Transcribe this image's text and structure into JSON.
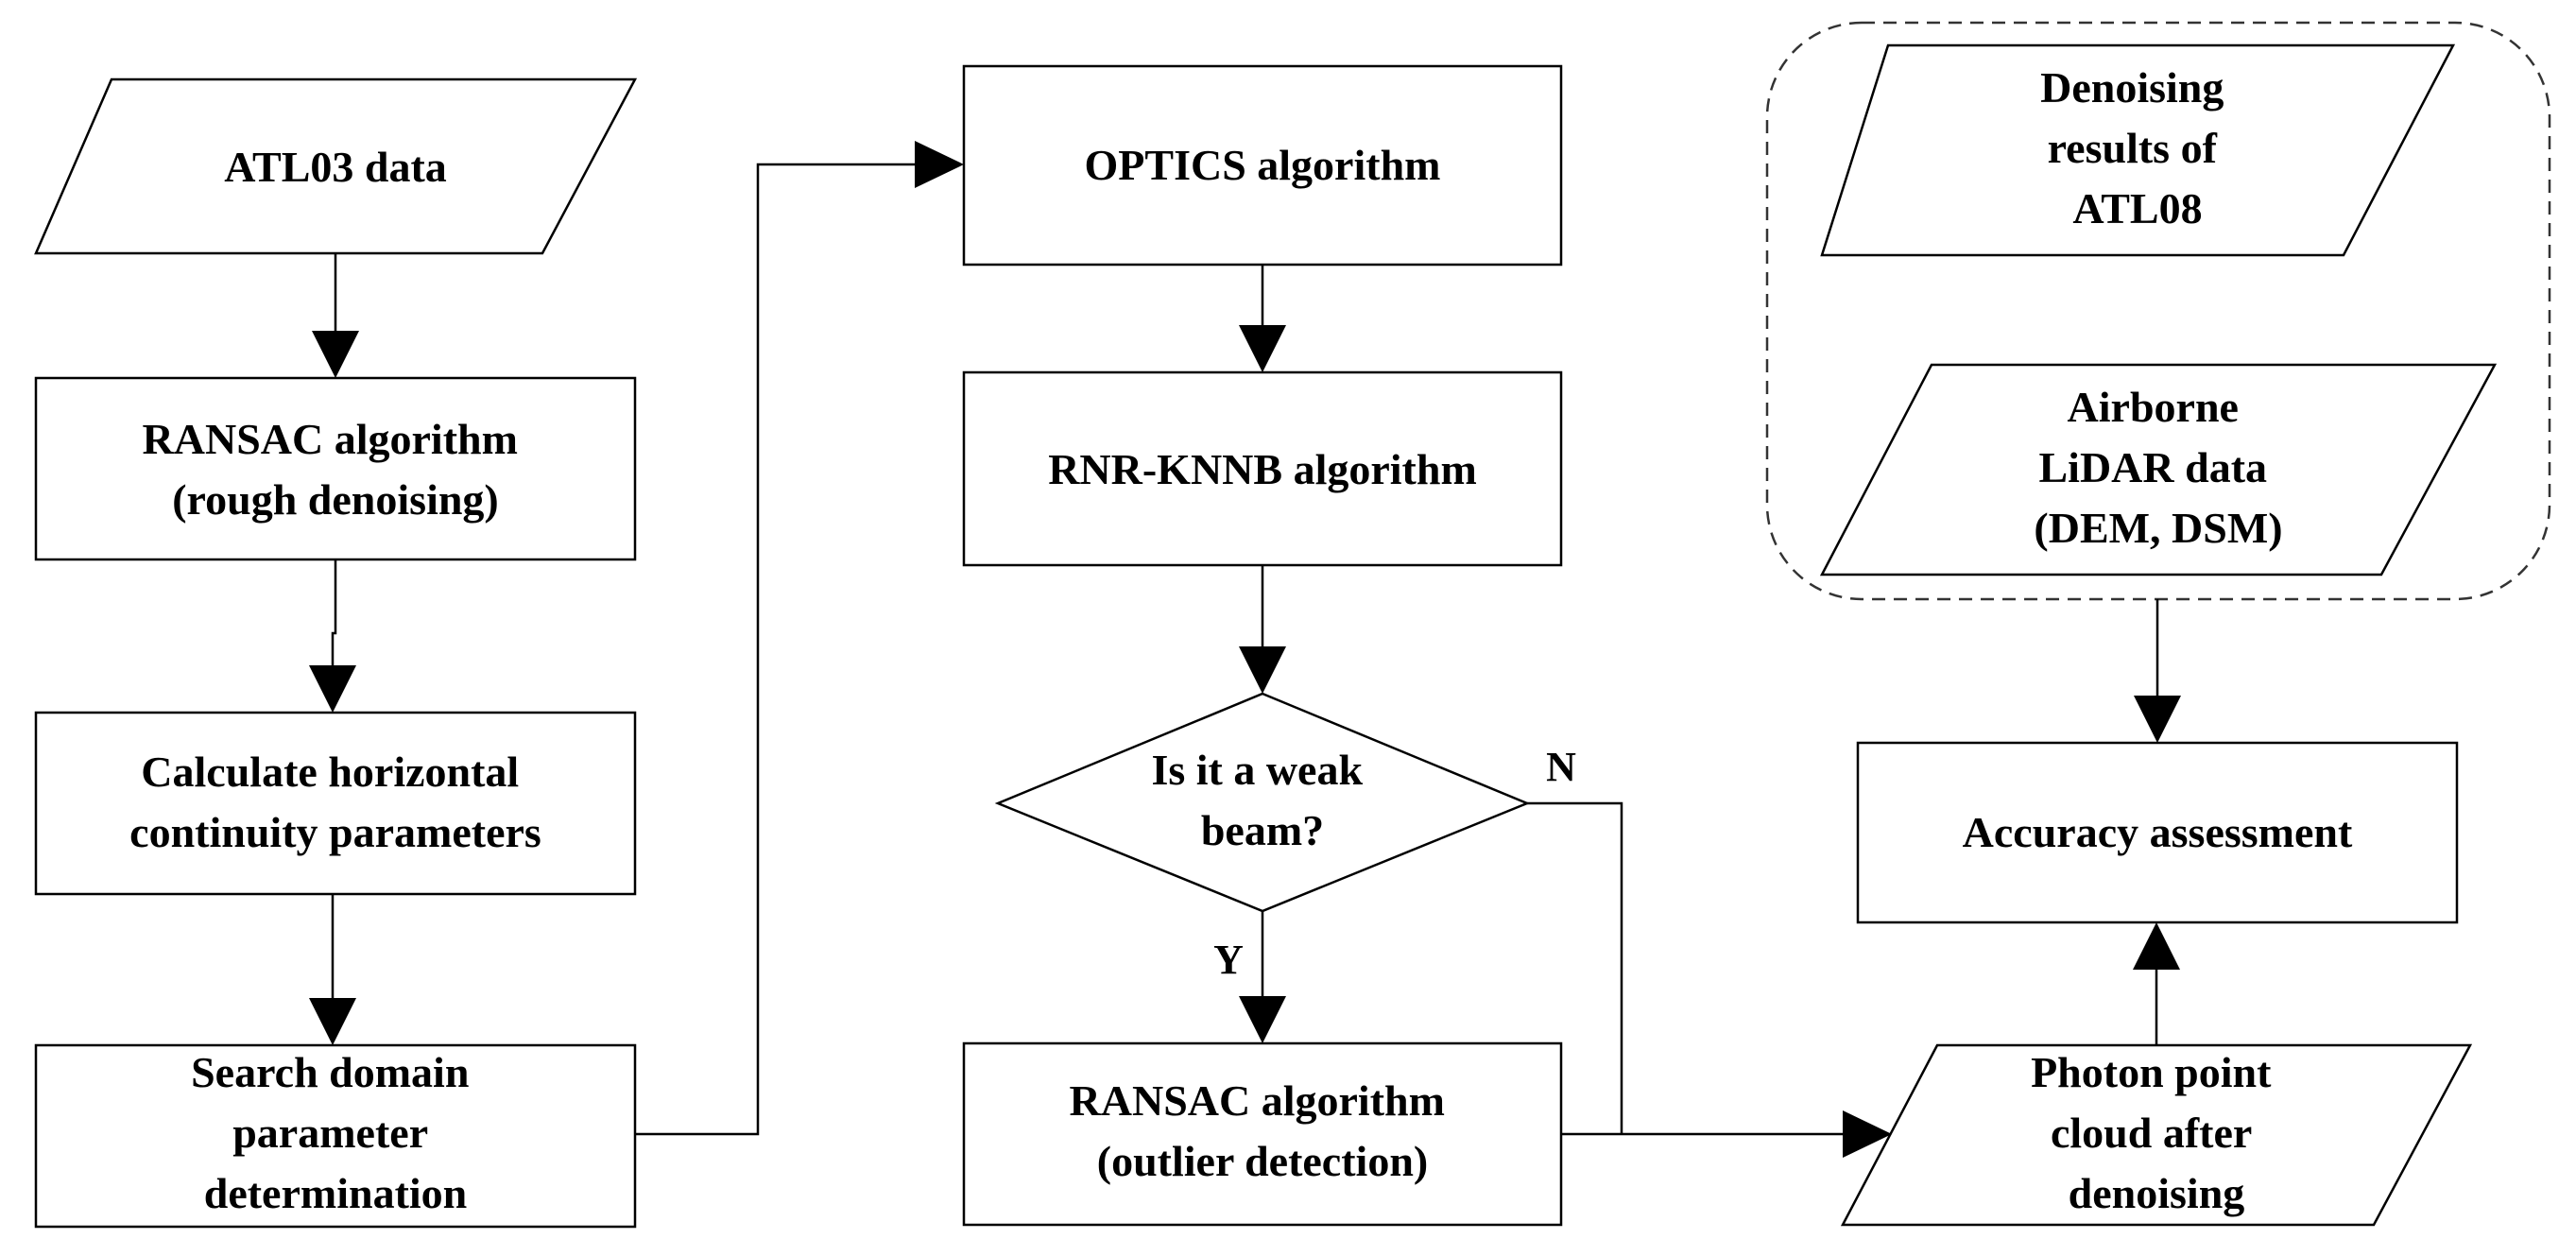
{
  "nodes": {
    "atl03": {
      "lines": [
        "ATL03 data"
      ]
    },
    "ransac_rough": {
      "lines": [
        "RANSAC algorithm",
        "(rough denoising)"
      ]
    },
    "calc_params": {
      "lines": [
        "Calculate horizontal",
        "continuity parameters"
      ]
    },
    "search_domain": {
      "lines": [
        "Search domain",
        "parameter",
        "determination"
      ]
    },
    "optics": {
      "lines": [
        "OPTICS algorithm"
      ]
    },
    "rnr_knnb": {
      "lines": [
        "RNR-KNNB algorithm"
      ]
    },
    "weak_beam": {
      "lines": [
        "Is it a weak",
        "beam?"
      ]
    },
    "ransac_outlier": {
      "lines": [
        "RANSAC algorithm",
        "(outlier detection)"
      ]
    },
    "atl08": {
      "lines": [
        "Denoising",
        "results of",
        "ATL08"
      ]
    },
    "airborne": {
      "lines": [
        "Airborne",
        "LiDAR data",
        "(DEM, DSM)"
      ]
    },
    "accuracy": {
      "lines": [
        "Accuracy assessment"
      ]
    },
    "photon_cloud": {
      "lines": [
        "Photon point",
        "cloud after",
        "denoising"
      ]
    }
  },
  "branches": {
    "yes": "Y",
    "no": "N"
  },
  "edges": [
    {
      "from": "atl03",
      "to": "ransac_rough"
    },
    {
      "from": "ransac_rough",
      "to": "calc_params"
    },
    {
      "from": "calc_params",
      "to": "search_domain"
    },
    {
      "from": "search_domain",
      "to": "optics"
    },
    {
      "from": "optics",
      "to": "rnr_knnb"
    },
    {
      "from": "rnr_knnb",
      "to": "weak_beam"
    },
    {
      "from": "weak_beam",
      "to": "ransac_outlier",
      "label": "Y"
    },
    {
      "from": "weak_beam",
      "to": "photon_cloud",
      "label": "N"
    },
    {
      "from": "ransac_outlier",
      "to": "photon_cloud"
    },
    {
      "from": "photon_cloud",
      "to": "accuracy"
    },
    {
      "from": "reference_group",
      "to": "accuracy"
    }
  ],
  "colors": {
    "stroke": "#000000",
    "fill": "#ffffff",
    "group_border": "#333333"
  }
}
